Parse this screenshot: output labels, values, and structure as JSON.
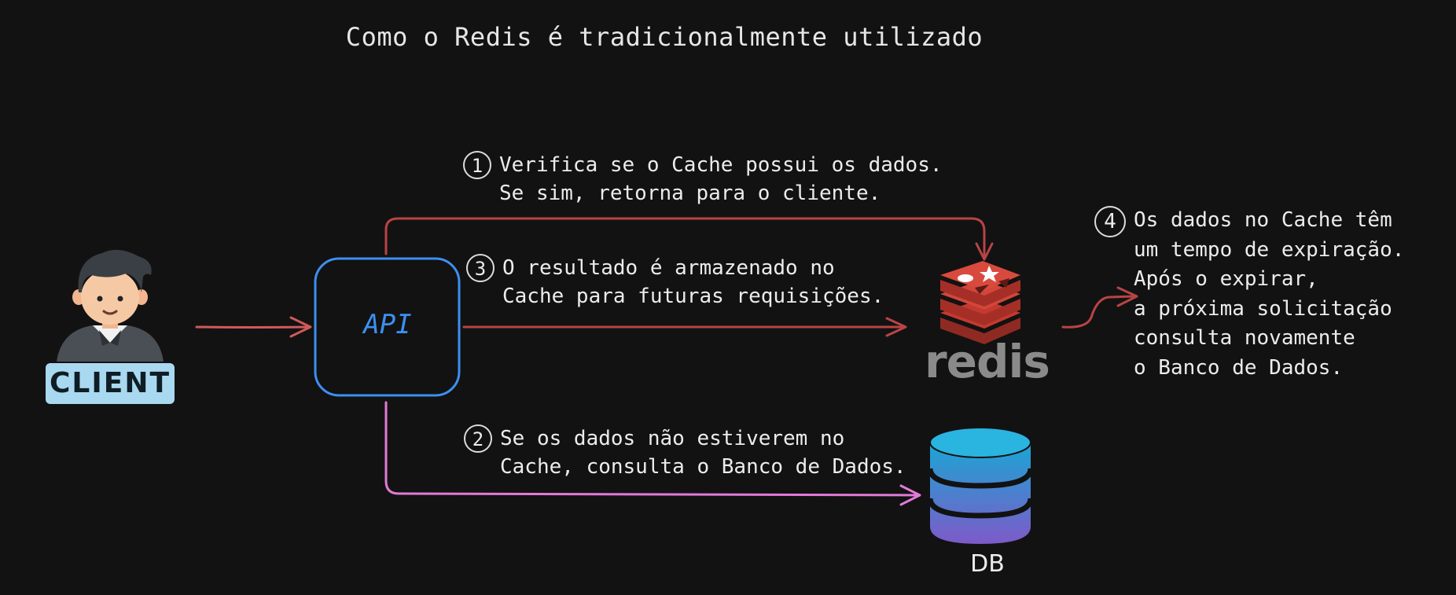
{
  "title": "Como o Redis é tradicionalmente utilizado",
  "nodes": {
    "client": {
      "label": "CLIENT"
    },
    "api": {
      "label": "API"
    },
    "redis": {
      "label": "redis"
    },
    "db": {
      "label": "DB"
    }
  },
  "steps": [
    {
      "number": "1",
      "lines": [
        "Verifica se o Cache possui os dados.",
        "Se sim, retorna para o cliente."
      ]
    },
    {
      "number": "2",
      "lines": [
        "Se os dados não estiverem no",
        "Cache, consulta o Banco de Dados."
      ]
    },
    {
      "number": "3",
      "lines": [
        "O resultado é armazenado no",
        "Cache para futuras requisições."
      ]
    },
    {
      "number": "4",
      "lines": [
        "Os dados no Cache têm",
        "um tempo de expiração.",
        "Após o expirar,",
        "a próxima solicitação",
        "consulta novamente",
        "o Banco de Dados."
      ]
    }
  ],
  "colors": {
    "background": "#121212",
    "api_border": "#3d8ff0",
    "arrow_red": "#d05a5a",
    "arrow_dark_red": "#b84444",
    "arrow_pink": "#e27ad8",
    "redis_red": "#c4392f",
    "db_top": "#1a9fd0",
    "db_bottom": "#7b5cc9"
  }
}
